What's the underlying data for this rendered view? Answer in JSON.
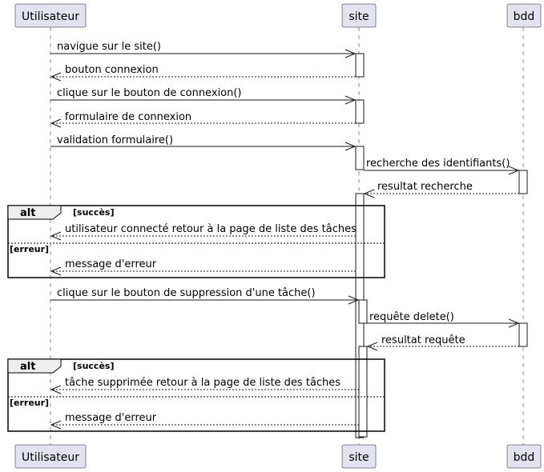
{
  "participants": [
    {
      "id": "user",
      "label": "Utilisateur"
    },
    {
      "id": "site",
      "label": "site"
    },
    {
      "id": "bdd",
      "label": "bdd"
    }
  ],
  "messages": [
    {
      "from": "user",
      "to": "site",
      "label": "navigue sur le site()",
      "style": "solid"
    },
    {
      "from": "site",
      "to": "user",
      "label": "bouton connexion",
      "style": "dashed"
    },
    {
      "from": "user",
      "to": "site",
      "label": "clique sur le bouton de connexion()",
      "style": "solid"
    },
    {
      "from": "site",
      "to": "user",
      "label": "formulaire de connexion",
      "style": "dashed"
    },
    {
      "from": "user",
      "to": "site",
      "label": "validation formulaire()",
      "style": "solid"
    },
    {
      "from": "site",
      "to": "bdd",
      "label": "recherche des identifiants()",
      "style": "solid"
    },
    {
      "from": "bdd",
      "to": "site",
      "label": "resultat recherche",
      "style": "dashed"
    },
    {
      "from": "site",
      "to": "user",
      "label": "utilisateur connecté retour à la page de liste des tâches",
      "style": "dashed"
    },
    {
      "from": "site",
      "to": "user",
      "label": "message d'erreur",
      "style": "dashed"
    },
    {
      "from": "user",
      "to": "site",
      "label": "clique sur le bouton de suppression d'une tâche()",
      "style": "solid"
    },
    {
      "from": "site",
      "to": "bdd",
      "label": "requête delete()",
      "style": "solid"
    },
    {
      "from": "bdd",
      "to": "site",
      "label": "resultat requête",
      "style": "dashed"
    },
    {
      "from": "site",
      "to": "user",
      "label": "tâche supprimée retour à la page de liste des tâches",
      "style": "dashed"
    },
    {
      "from": "site",
      "to": "user",
      "label": "message d'erreur",
      "style": "dashed"
    }
  ],
  "fragments": [
    {
      "keyword": "alt",
      "guards": [
        "[succès]",
        "[erreur]"
      ]
    },
    {
      "keyword": "alt",
      "guards": [
        "[succès]",
        "[erreur]"
      ]
    }
  ]
}
